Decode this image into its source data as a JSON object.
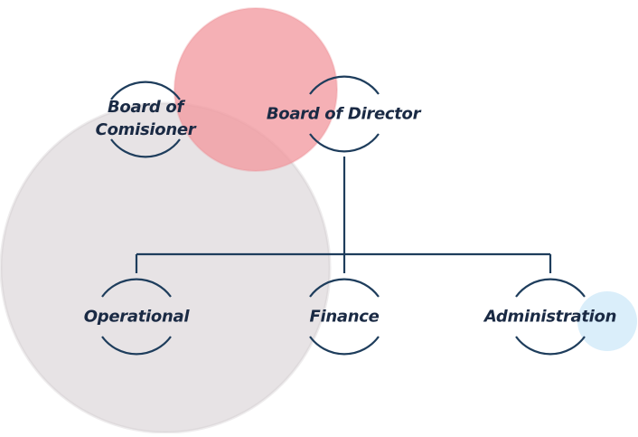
{
  "colors": {
    "line": "#1e3d5c",
    "text": "#1a2a44",
    "blob_grey": "#d7d1d4",
    "blob_pink": "#f29aa0",
    "blob_blue": "#d6ecfa"
  },
  "diagram": {
    "type": "org-chart",
    "nodes": [
      {
        "id": "commissioner",
        "lines": [
          "Board of",
          "Comisioner"
        ]
      },
      {
        "id": "director",
        "lines": [
          "Board of Director"
        ]
      },
      {
        "id": "operational",
        "lines": [
          "Operational"
        ]
      },
      {
        "id": "finance",
        "lines": [
          "Finance"
        ]
      },
      {
        "id": "administration",
        "lines": [
          "Administration"
        ]
      }
    ],
    "edges": [
      {
        "from": "director",
        "to": "operational"
      },
      {
        "from": "director",
        "to": "finance"
      },
      {
        "from": "director",
        "to": "administration"
      }
    ]
  }
}
